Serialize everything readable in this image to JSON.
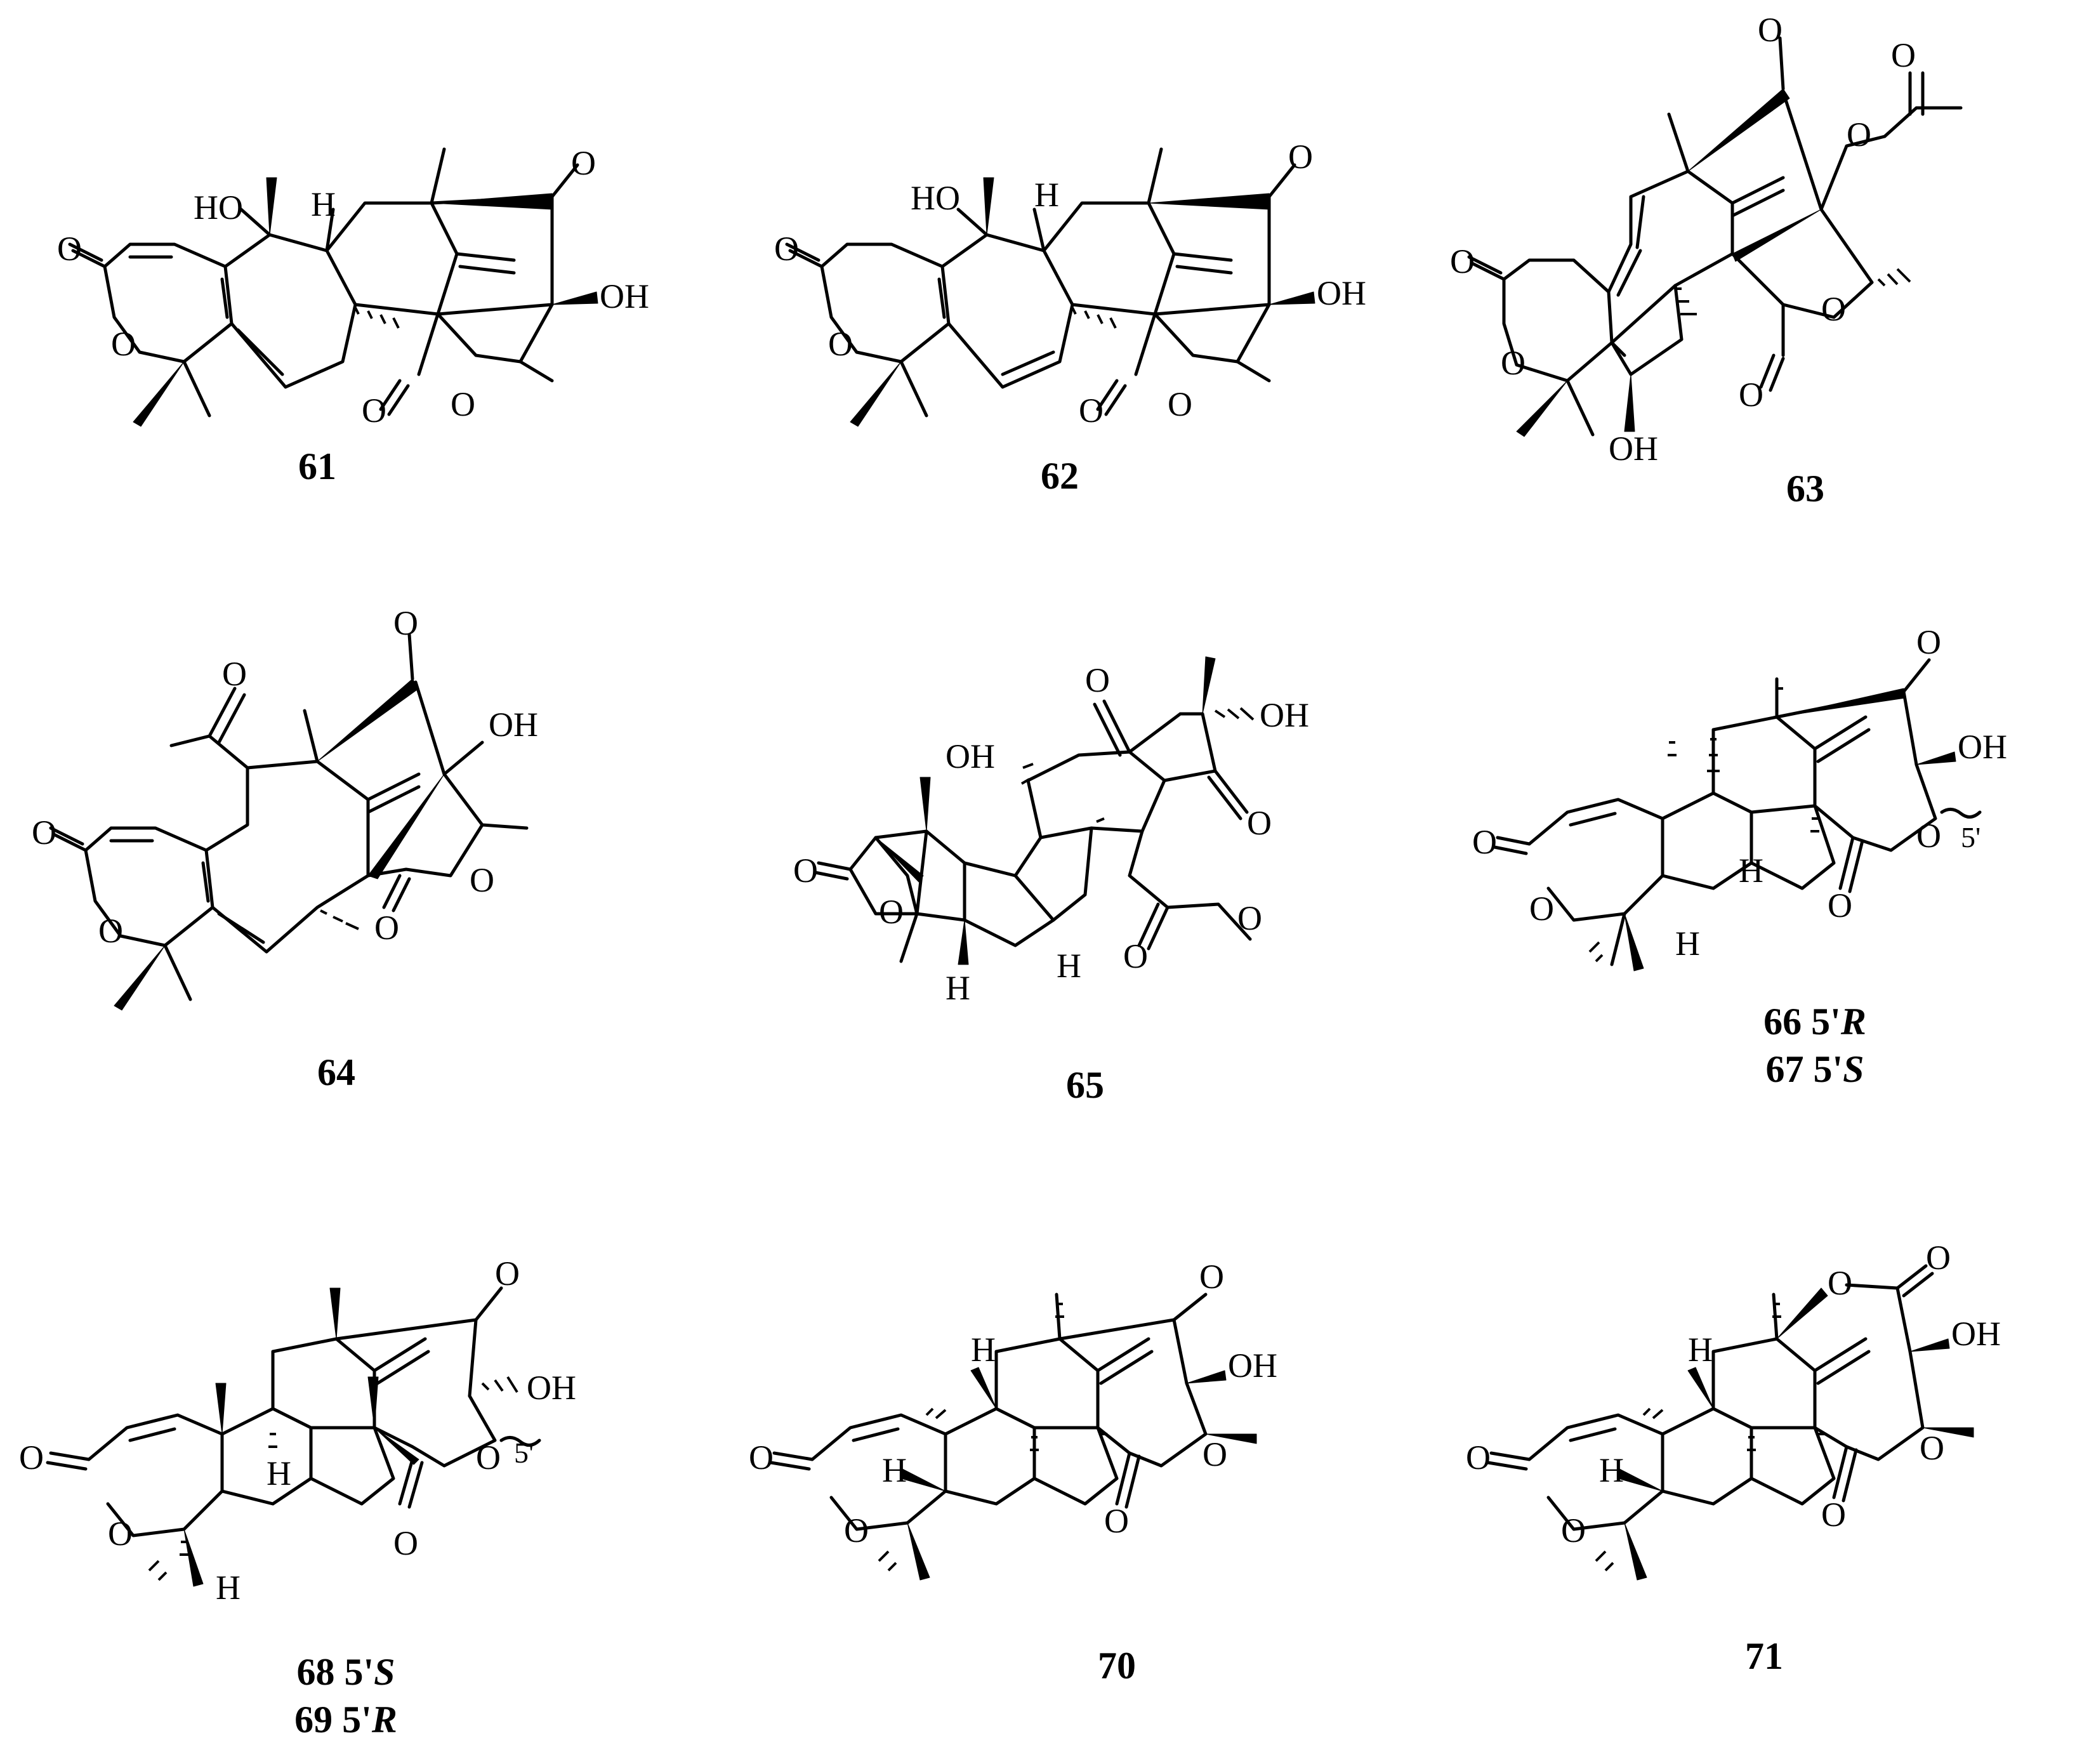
{
  "compounds": [
    {
      "id": "c61",
      "label": "61",
      "atoms": [
        "HO",
        "H",
        "O",
        "O",
        "OH",
        "O",
        "O",
        "O"
      ]
    },
    {
      "id": "c62",
      "label": "62",
      "atoms": [
        "HO",
        "H",
        "O",
        "O",
        "OH",
        "O",
        "O",
        "O"
      ]
    },
    {
      "id": "c63",
      "label": "63",
      "atoms": [
        "O",
        "O",
        "O",
        "O",
        "O",
        "O",
        "O",
        "OH"
      ]
    },
    {
      "id": "c64",
      "label": "64",
      "atoms": [
        "O",
        "OH",
        "O",
        "O",
        "O",
        "O",
        "O"
      ]
    },
    {
      "id": "c65",
      "label": "65",
      "atoms": [
        "O",
        "OH",
        "OH",
        "O",
        "O",
        "O",
        "H",
        "O",
        "O",
        "H"
      ]
    },
    {
      "id": "c66",
      "label_lines": [
        {
          "num": "66",
          "pos": "5'",
          "config": "R"
        },
        {
          "num": "67",
          "pos": "5'",
          "config": "S"
        }
      ],
      "atoms": [
        "O",
        "OH",
        "O",
        "O",
        "5'",
        "H",
        "O",
        "H",
        "O"
      ]
    },
    {
      "id": "c68",
      "label_lines": [
        {
          "num": "68",
          "pos": "5'",
          "config": "S"
        },
        {
          "num": "69",
          "pos": "5'",
          "config": "R"
        }
      ],
      "atoms": [
        "O",
        "OH",
        "O",
        "O",
        "5'",
        "H",
        "O",
        "H",
        "O"
      ]
    },
    {
      "id": "c70",
      "label": "70",
      "atoms": [
        "O",
        "OH",
        "H",
        "O",
        "O",
        "H",
        "O",
        "O"
      ]
    },
    {
      "id": "c71",
      "label": "71",
      "atoms": [
        "O",
        "O",
        "OH",
        "H",
        "O",
        "O",
        "H",
        "O",
        "O"
      ]
    }
  ]
}
